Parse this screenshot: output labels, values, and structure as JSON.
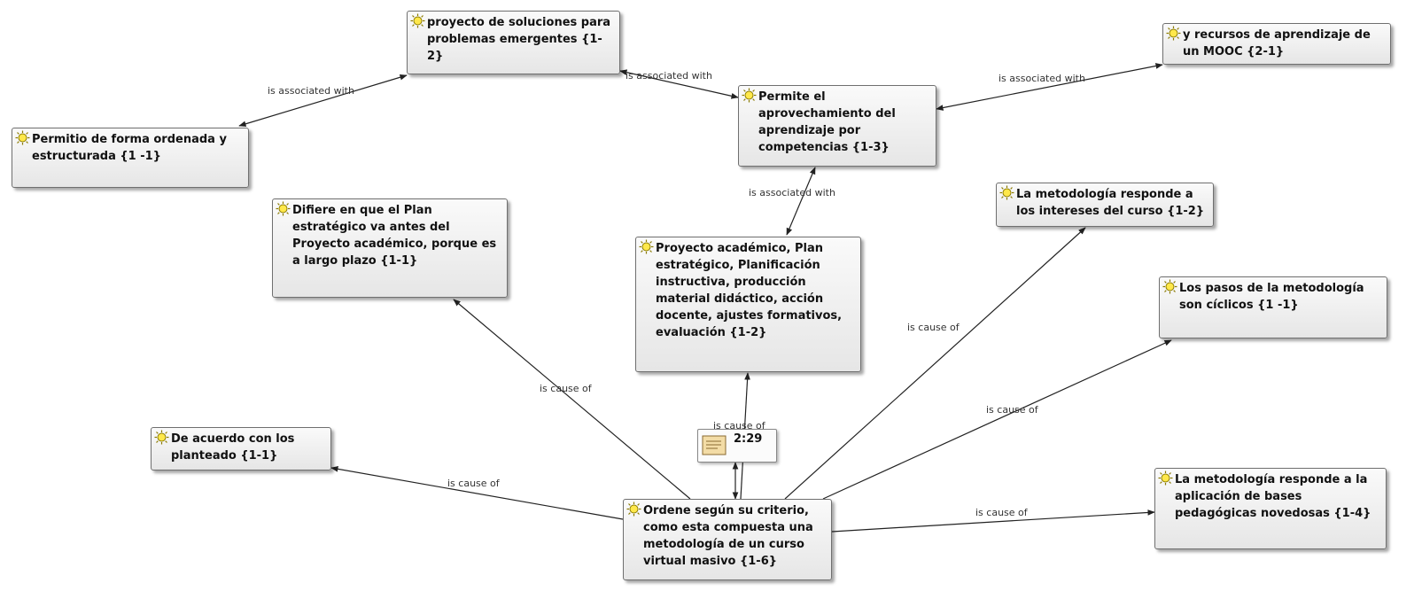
{
  "nodes": {
    "n1": {
      "text": "proyecto de soluciones para problemas emergentes {1-2}",
      "icon": "quotation-icon"
    },
    "n2": {
      "text": "y recursos de aprendizaje de un MOOC {2-1}",
      "icon": "quotation-icon"
    },
    "n3": {
      "text": "Permitio de forma ordenada y estructurada {1 -1}",
      "icon": "quotation-icon"
    },
    "n4": {
      "text": "Permite el aprovechamiento del aprendizaje por competencias {1-3}",
      "icon": "quotation-icon"
    },
    "n5": {
      "text": "La metodología responde a los intereses del curso {1-2}",
      "icon": "quotation-icon"
    },
    "n6": {
      "text": "Difiere en que el Plan estratégico va antes del Proyecto académico, porque es a largo plazo {1-1}",
      "icon": "quotation-icon"
    },
    "n7": {
      "text": "Proyecto académico, Plan estratégico, Planificación instructiva, producción material didáctico, acción docente, ajustes formativos, evaluación {1-2}",
      "icon": "quotation-icon"
    },
    "n8": {
      "text": "Los pasos de la metodología son cíclicos {1 -1}",
      "icon": "quotation-icon"
    },
    "n9": {
      "text": "De acuerdo con los planteado {1-1}",
      "icon": "quotation-icon"
    },
    "n10": {
      "text": "La metodología responde a la aplicación de bases pedagógicas novedosas {1-4}",
      "icon": "quotation-icon"
    },
    "n11": {
      "text": "Ordene según su criterio, como esta compuesta una metodología de un curso virtual masivo {1-6}",
      "icon": "quotation-icon"
    }
  },
  "memo": {
    "label": "2:29",
    "icon": "memo-icon"
  },
  "edges": [
    {
      "id": "e1",
      "label": "is associated with"
    },
    {
      "id": "e2",
      "label": "is associated with"
    },
    {
      "id": "e3",
      "label": "is associated with"
    },
    {
      "id": "e4",
      "label": "is associated with"
    },
    {
      "id": "e5",
      "label": "is cause of"
    },
    {
      "id": "e6",
      "label": "is cause of"
    },
    {
      "id": "e7",
      "label": "is cause of"
    },
    {
      "id": "e8",
      "label": "is cause of"
    },
    {
      "id": "e9",
      "label": "is cause of"
    },
    {
      "id": "e10",
      "label": "is cause of"
    }
  ],
  "colors": {
    "node_border": "#6f6f6f",
    "icon_yellow": "#ffe84a",
    "edge": "#222222"
  }
}
